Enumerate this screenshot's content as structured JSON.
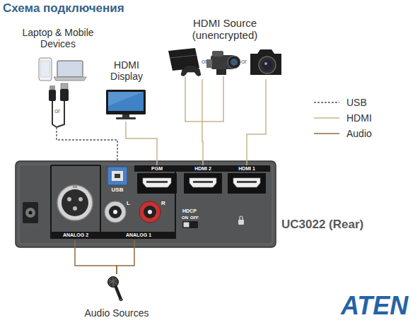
{
  "diagram": {
    "title": "Схема подключения",
    "nodes": [
      {
        "text": [
          "Laptop & Mobile Devices"
        ]
      },
      {
        "text": [
          "HDMI Display"
        ]
      },
      {
        "text": [
          "HDMI Source (unencrypted)"
        ]
      },
      {
        "text": [
          "UC3022 (Rear)"
        ]
      },
      {
        "text": [
          "ANALOG 2"
        ],
        "in": 3
      },
      {
        "text": [
          "USB"
        ],
        "in": 3
      },
      {
        "text": [
          "L",
          "R",
          "ANALOG 1"
        ],
        "in": 3
      },
      {
        "text": [
          "PGM"
        ],
        "in": 3
      },
      {
        "text": [
          "HDMI 2"
        ],
        "in": 3
      },
      {
        "text": [
          "HDMI 1"
        ],
        "in": 3
      },
      {
        "text": [
          "Audio Sources"
        ]
      }
    ],
    "edges": [
      {
        "from": 0,
        "to": 5,
        "arrow": "none"
      },
      {
        "from": 1,
        "to": 7,
        "arrow": "none"
      },
      {
        "from": 2,
        "to": 8,
        "arrow": "none"
      },
      {
        "from": 2,
        "to": 9,
        "arrow": "none"
      },
      {
        "from": 10,
        "to": 4,
        "arrow": "none"
      },
      {
        "from": 10,
        "to": 6,
        "arrow": "none"
      }
    ],
    "labels": [
      "or",
      "or",
      "or",
      "HDCP",
      "ON",
      "OFF",
      "ATEN"
    ],
    "legend": [
      {
        "text": "USB"
      },
      {
        "text": "HDMI"
      },
      {
        "text": "Audio"
      }
    ]
  }
}
